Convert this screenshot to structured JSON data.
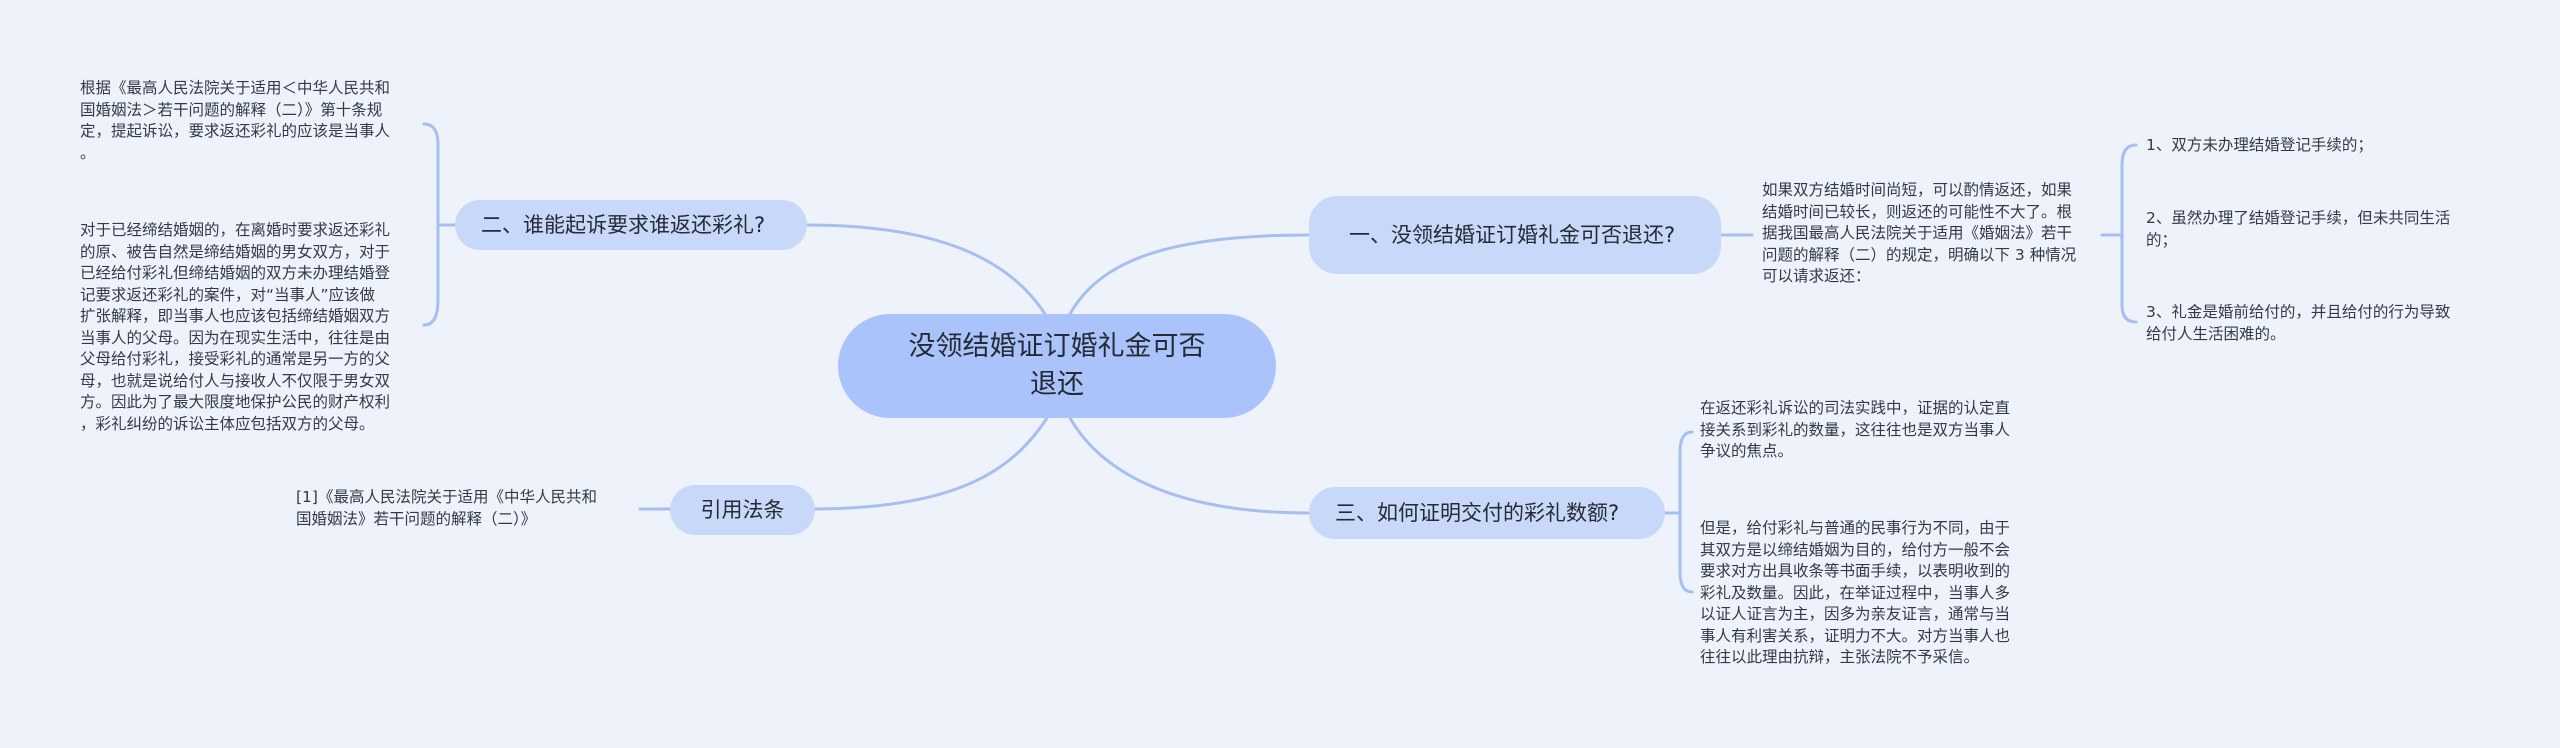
{
  "mindmap": {
    "root": {
      "label_line1": "没领结婚证订婚礼金可否",
      "label_line2": "退还"
    },
    "branches": [
      {
        "id": "t1",
        "label": "一、没领结婚证订婚礼金可否退还?",
        "summary": "如果双方结婚时间尚短，可以酌情返还，如果\n结婚时间已较长，则返还的可能性不大了。根\n据我国最高人民法院关于适用《婚姻法》若干\n问题的解释（二）的规定，明确以下 3 种情况\n可以请求返还：",
        "items": [
          "1、双方未办理结婚登记手续的；",
          "2、虽然办理了结婚登记手续，但未共同生活\n的；",
          "3、礼金是婚前给付的，并且给付的行为导致\n给付人生活困难的。"
        ]
      },
      {
        "id": "t2",
        "label": "二、谁能起诉要求谁返还彩礼?",
        "items": [
          "根据《最高人民法院关于适用＜中华人民共和\n国婚姻法＞若干问题的解释（二）》第十条规\n定，提起诉讼，要求返还彩礼的应该是当事人\n。",
          "对于已经缔结婚姻的，在离婚时要求返还彩礼\n的原、被告自然是缔结婚姻的男女双方，对于\n已经给付彩礼但缔结婚姻的双方未办理结婚登\n记要求返还彩礼的案件，对“当事人”应该做\n扩张解释，即当事人也应该包括缔结婚姻双方\n当事人的父母。因为在现实生活中，往往是由\n父母给付彩礼，接受彩礼的通常是另一方的父\n母，也就是说给付人与接收人不仅限于男女双\n方。因此为了最大限度地保护公民的财产权利\n，彩礼纠纷的诉讼主体应包括双方的父母。"
        ]
      },
      {
        "id": "t3",
        "label": "三、如何证明交付的彩礼数额?",
        "items": [
          "在返还彩礼诉讼的司法实践中，证据的认定直\n接关系到彩礼的数量，这往往也是双方当事人\n争议的焦点。",
          "但是，给付彩礼与普通的民事行为不同，由于\n其双方是以缔结婚姻为目的，给付方一般不会\n要求对方出具收条等书面手续，以表明收到的\n彩礼及数量。因此，在举证过程中，当事人多\n以证人证言为主，因多为亲友证言，通常与当\n事人有利害关系，证明力不大。对方当事人也\n往往以此理由抗辩，主张法院不予采信。"
        ]
      },
      {
        "id": "ref",
        "label": "引用法条",
        "items": [
          "[1]《最高人民法院关于适用《中华人民共和\n国婚姻法》若干问题的解释（二）》"
        ]
      }
    ]
  },
  "colors": {
    "background": "#eef3fb",
    "root_fill": "#aac3fb",
    "topic_fill": "#c8d8f9",
    "link": "#a7bff0",
    "text": "#333a45"
  }
}
